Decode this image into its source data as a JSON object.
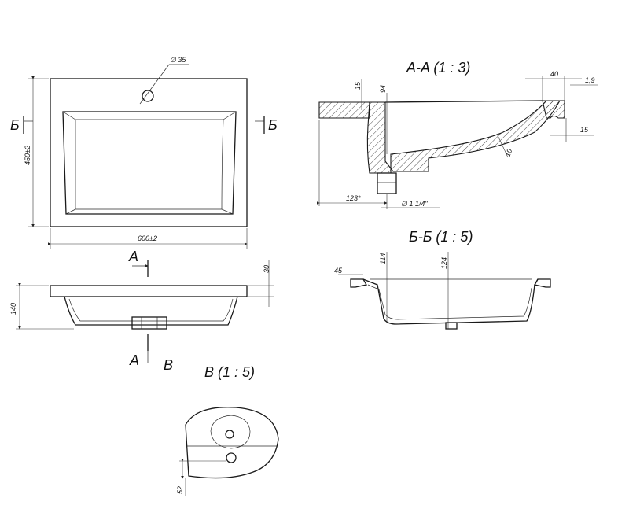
{
  "top_view": {
    "hole_dim": "∅ 35",
    "width_dim": "600±2",
    "depth_dim": "450±2",
    "section_label_left": "Б",
    "section_label_right": "Б"
  },
  "front_view": {
    "height_dim": "140",
    "rim_dim": "30",
    "section_label_top": "A",
    "section_label_bottom": "A",
    "detail_label": "B"
  },
  "section_aa": {
    "title": "A-A (1 : 3)",
    "dims": {
      "d15_top": "15",
      "d94": "94",
      "d40": "40",
      "d1_9": "1,9",
      "d15_right": "15",
      "d10": "10",
      "d123": "123*",
      "drain": "∅ 1 1/4\""
    }
  },
  "section_bb": {
    "title": "Б-Б (1 : 5)",
    "dims": {
      "d45": "45",
      "d114": "114",
      "d124": "124"
    }
  },
  "detail_b": {
    "title": "B (1 : 5)",
    "dims": {
      "d52": "52"
    }
  }
}
